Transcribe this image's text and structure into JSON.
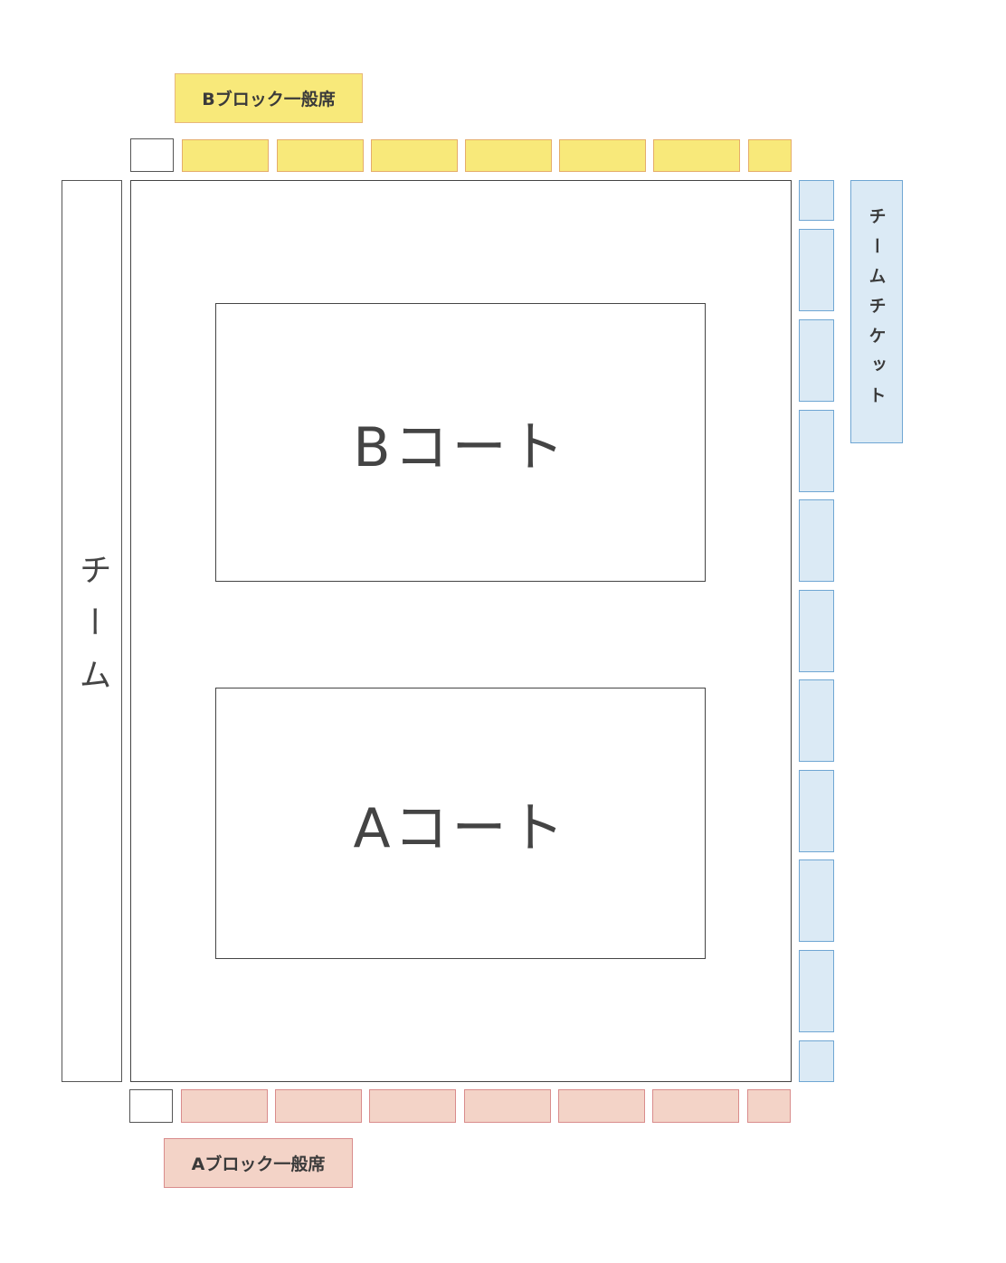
{
  "labels": {
    "b_block": "Bブロック一般席",
    "a_block": "Aブロック一般席",
    "team": "チーム",
    "team_ticket": "チームチケット"
  },
  "courts": {
    "b": "Bコート",
    "a": "Aコート"
  },
  "colors": {
    "b_block_fill": "#f8e97a",
    "a_block_fill": "#f3d3c7",
    "team_ticket_fill": "#dbeaf5",
    "outline": "#444444"
  }
}
